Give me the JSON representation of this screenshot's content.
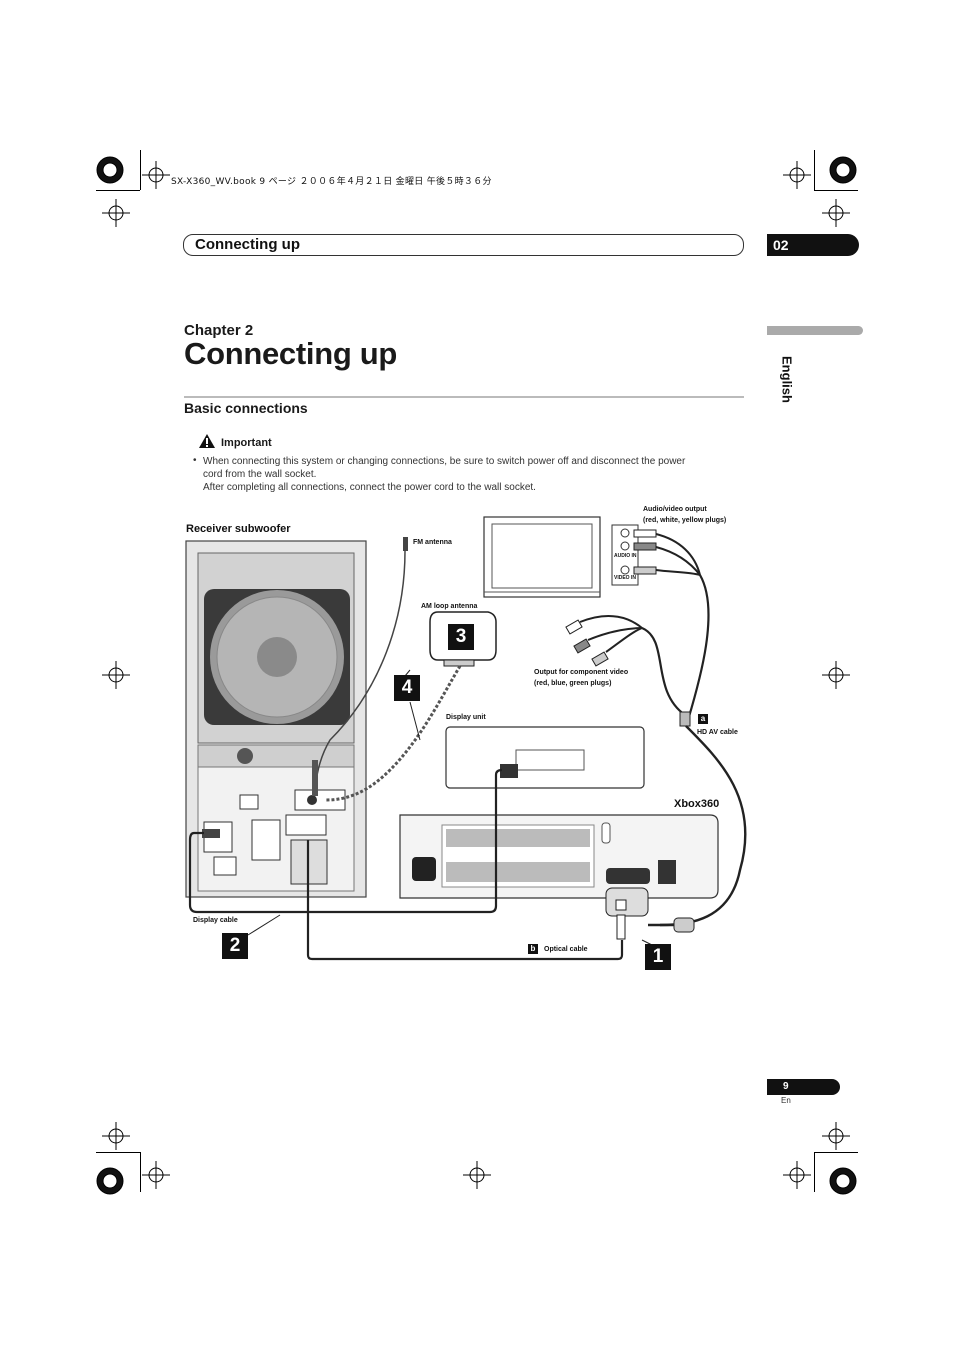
{
  "header": {
    "meta": "SX-X360_WV.book  9 ページ  ２００６年４月２１日  金曜日  午後５時３６分",
    "running_title": "Connecting up",
    "chapter_number": "02",
    "language": "English"
  },
  "chapter": {
    "label": "Chapter 2",
    "title": "Connecting up"
  },
  "section": {
    "title": "Basic connections",
    "important_label": "Important",
    "bullet": "•",
    "lines": [
      "When connecting this system or changing connections, be sure to switch power off and disconnect the power",
      "cord from the wall socket.",
      "After completing all connections, connect the power cord to the wall socket."
    ]
  },
  "diagram": {
    "labels": {
      "receiver": "Receiver subwoofer",
      "fm_antenna": "FM antenna",
      "am_antenna": "AM loop antenna",
      "av_output_1": "Audio/video output",
      "av_output_2": "(red, white, yellow plugs)",
      "audio_in": "AUDIO IN",
      "video_in": "VIDEO IN",
      "component_1": "Output for component video",
      "component_2": "(red, blue, green plugs)",
      "display_unit": "Display unit",
      "hd_av_cable": "HD AV cable",
      "xbox": "Xbox360",
      "display_cable": "Display cable",
      "optical_cable": "Optical cable"
    },
    "steps": [
      "1",
      "2",
      "3",
      "4"
    ],
    "badges": [
      "a",
      "b"
    ]
  },
  "footer": {
    "page": "9",
    "lang": "En"
  }
}
